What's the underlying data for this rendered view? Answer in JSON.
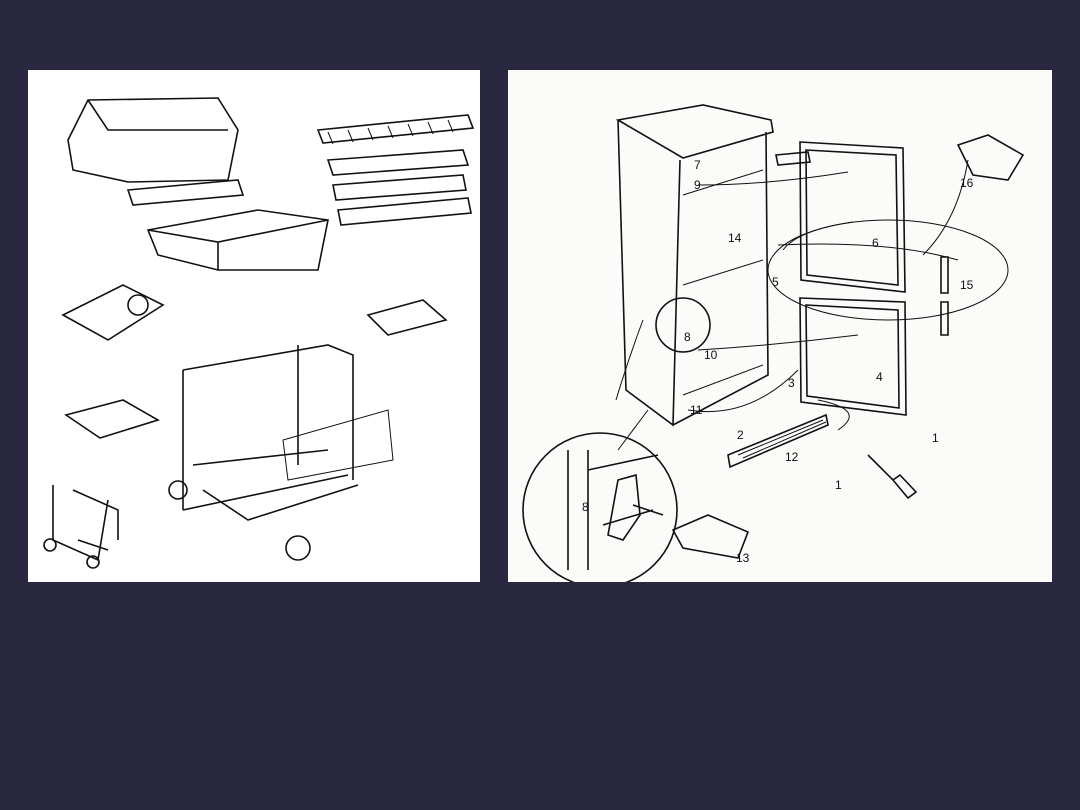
{
  "slide": {
    "background_color": "#2a2741",
    "images": [
      {
        "name": "grill-exploded-diagram"
      },
      {
        "name": "refrigerator-door-reversal-diagram"
      }
    ]
  },
  "fridge_labels": {
    "l7": "7",
    "l9": "9",
    "l14": "14",
    "l6": "6",
    "l5": "5",
    "l15": "15",
    "l16": "16",
    "l8": "8",
    "l10": "10",
    "l4": "4",
    "l3": "3",
    "l11": "11",
    "l2": "2",
    "l12": "12",
    "l1a": "1",
    "l1b": "1",
    "l8inset": "8",
    "l13": "13"
  }
}
